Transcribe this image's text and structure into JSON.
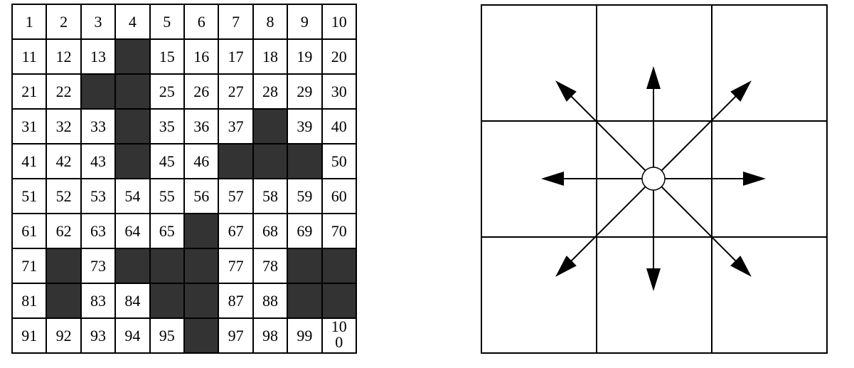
{
  "grid": {
    "cells": [
      "1",
      "2",
      "3",
      "4",
      "5",
      "6",
      "7",
      "8",
      "9",
      "10",
      "11",
      "12",
      "13",
      null,
      "15",
      "16",
      "17",
      "18",
      "19",
      "20",
      "21",
      "22",
      null,
      null,
      "25",
      "26",
      "27",
      "28",
      "29",
      "30",
      "31",
      "32",
      "33",
      null,
      "35",
      "36",
      "37",
      null,
      "39",
      "40",
      "41",
      "42",
      "43",
      null,
      "45",
      "46",
      null,
      null,
      null,
      "50",
      "51",
      "52",
      "53",
      "54",
      "55",
      "56",
      "57",
      "58",
      "59",
      "60",
      "61",
      "62",
      "63",
      "64",
      "65",
      null,
      "67",
      "68",
      "69",
      "70",
      "71",
      null,
      "73",
      null,
      null,
      null,
      "77",
      "78",
      null,
      null,
      "81",
      null,
      "83",
      "84",
      null,
      null,
      "87",
      "88",
      null,
      null,
      "91",
      "92",
      "93",
      "94",
      "95",
      null,
      "97",
      "98",
      "99",
      "100"
    ],
    "blocked_color": "#333333"
  },
  "directions": {
    "arrows": [
      "up",
      "down",
      "left",
      "right",
      "up-left",
      "up-right",
      "down-left",
      "down-right"
    ]
  }
}
